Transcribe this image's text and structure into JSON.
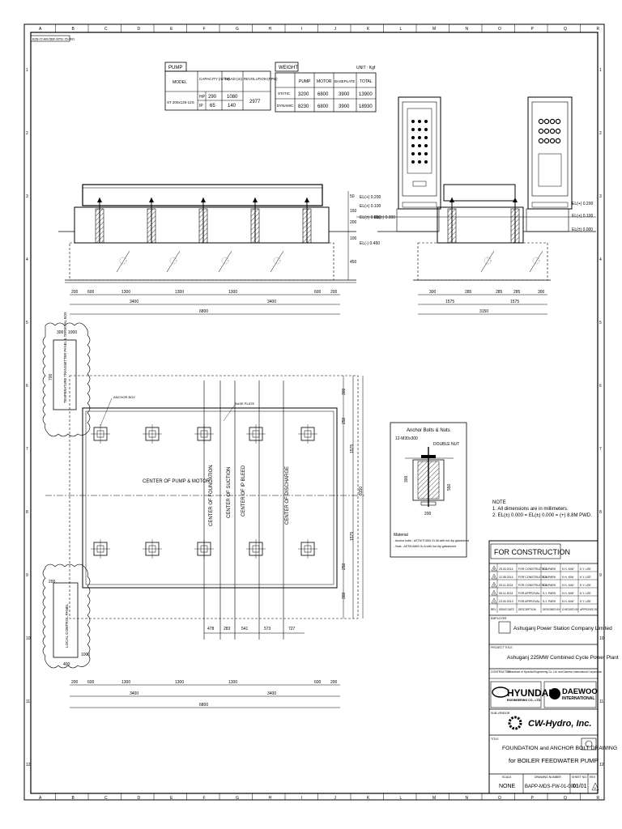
{
  "drawing_code": "B2B-IT-AM-5BF-MTE-76-0B1",
  "grid": {
    "columns": [
      "A",
      "B",
      "C",
      "D",
      "E",
      "F",
      "G",
      "H",
      "I",
      "J",
      "K",
      "L",
      "M",
      "N",
      "O",
      "P",
      "Q",
      "R"
    ],
    "rows": [
      "1",
      "2",
      "3",
      "4",
      "5",
      "6",
      "7",
      "8",
      "9",
      "10",
      "11",
      "12"
    ]
  },
  "pump_table": {
    "title": "PUMP",
    "headers": [
      "MODEL",
      "CAPACITY (m³/hr)",
      "HEAD (m)",
      "REVOLUTION (RPM)"
    ],
    "model": "ST 200x125-12S",
    "rows": [
      {
        "stage": "HP",
        "capacity": "290",
        "head": "1080"
      },
      {
        "stage": "IP",
        "capacity": "65",
        "head": "140"
      }
    ],
    "revolution": "2977"
  },
  "weight_table": {
    "title": "WEIGHT",
    "unit": "UNIT : Kgf",
    "headers": [
      "",
      "PUMP",
      "MOTOR",
      "BASEPLATE",
      "TOTAL"
    ],
    "rows": [
      {
        "label": "STATIC",
        "pump": "3200",
        "motor": "6800",
        "baseplate": "3900",
        "total": "13900"
      },
      {
        "label": "DYNAMIC",
        "pump": "8230",
        "motor": "6800",
        "baseplate": "3900",
        "total": "18930"
      }
    ]
  },
  "elevation": {
    "levels": [
      "EL(+) 0.200",
      "EL(+) 0.100",
      "EL(±) 0.000",
      "EL(-) 0.450"
    ],
    "right_levels": [
      "EL(+) 0.200",
      "EL(+) 0.100",
      "EL(±) 0.000"
    ],
    "heights": [
      "50",
      "150",
      "200",
      "100",
      "450"
    ],
    "dims": [
      "200",
      "600",
      "1300",
      "1300",
      "1300",
      "600",
      "200"
    ],
    "subtotals": [
      "3400",
      "3400"
    ],
    "total": "6800",
    "right_dims": [
      "300",
      "285",
      "285",
      "285",
      "300"
    ],
    "right_subtotals": [
      "1575",
      "1575"
    ],
    "right_total": "3150"
  },
  "plan": {
    "label_pump_motor": "CENTER OF PUMP & MOTOR",
    "label_foundation": "CENTER OF FOUNDATION",
    "label_suction": "CENTER OF SUCTION",
    "label_bleed": "CENTER OF IP BLEED",
    "label_discharge": "CENTER OF DISCHARGE",
    "anchor_label": "ANCHOR BOX",
    "base_label": "BASE PLATE",
    "right_dims": [
      "300",
      "250",
      "1575",
      "3150",
      "1575",
      "250",
      "300"
    ],
    "offsets": [
      "478",
      "283",
      "541",
      "573",
      "727"
    ],
    "bottom_dims": [
      "200",
      "600",
      "1300",
      "1300",
      "1300",
      "600",
      "200"
    ],
    "subtotals": [
      "3400",
      "3400"
    ],
    "total": "6800",
    "top_panel": "TEMPERATURE TRANSMITTER PANEL & TERMINAL BOX",
    "bottom_panel": "LOCAL CONTROL PANEL",
    "panel_dims": [
      "700",
      "300",
      "1000",
      "200",
      "400",
      "1000"
    ]
  },
  "detail": {
    "title": "Anchor Bolts & Nuts",
    "spec": "12-M30x300",
    "double_nut": "DOUBLE NUT",
    "dims": [
      "300",
      "550",
      "200"
    ],
    "material_title": "Material",
    "material_1": "- Anchor bolts : ASTM F1554 Gr.36 with hot dip galvanized",
    "material_2": "- Nuts : ASTM A563 Gr.A with hot dip galvanized"
  },
  "note": {
    "title": "NOTE",
    "line1": "1. All dimensions are in millimeters.",
    "line2": "2. EL(±) 0.000 = EL(±) 0.000 = (+) 8.8M PWD."
  },
  "title_block": {
    "status": "FOR CONSTRUCTION",
    "revisions": [
      {
        "rev": "5",
        "date": "25.03.2014",
        "desc": "FOR CONSTRUCTION",
        "dsn": "S.J. PARK",
        "chk": "K.H. KIM",
        "app": "K.Y. LEE"
      },
      {
        "rev": "4",
        "date": "12.08.2014",
        "desc": "FOR CONSTRUCTION",
        "dsn": "S.J. PARK",
        "chk": "K.H. KIM",
        "app": "K.Y. LEE"
      },
      {
        "rev": "3",
        "date": "03.11.2013",
        "desc": "FOR CONSTRUCTION",
        "dsn": "S.J. PARK",
        "chk": "K.H. KIM",
        "app": "K.Y. LEE"
      },
      {
        "rev": "2",
        "date": "05.11.2013",
        "desc": "FOR APPROVAL",
        "dsn": "S.J. PARK",
        "chk": "K.H. KIM",
        "app": "K.Y. LEE"
      },
      {
        "rev": "1",
        "date": "23.09.2013",
        "desc": "FOR APPROVAL",
        "dsn": "S.J. PARK",
        "chk": "K.H. KIM",
        "app": "K.Y. LEE"
      }
    ],
    "rev_headers": [
      "REV",
      "ISSUE DATE",
      "DESCRIPTION",
      "DESIGNED BY",
      "CHECKED BY",
      "APPROVED BY"
    ],
    "employer_label": "EMPLOYER",
    "employer": "Ashuganj Power Station Company Limited",
    "project_label": "PROJECT TITLE",
    "project": "Ashuganj 225MW Combined Cycle Power Plant",
    "contractor_label": "CONTRACTOR",
    "contractor": "Consortium of Hyundai Engineering Co. Ltd. and Daewoo International Corporation",
    "logo_left": "HYUNDAI",
    "logo_left_sub": "ENGINEERING CO., LTD.",
    "logo_right": "DAEWOO",
    "logo_right_sub": "INTERNATIONAL",
    "sub_vendor_label": "SUB-VENDOR",
    "vendor": "CW-Hydro, Inc.",
    "title_label": "TITLE",
    "title_1": "FOUNDATION and ANCHOR BOLT DRAWING",
    "title_2": "for BOILER FEEDWATER PUMP",
    "scale_label": "SCALE",
    "scale": "NONE",
    "drawing_no_label": "DRAWING NUMBER",
    "drawing_no": "BAPP-MDS-FW-01-0001",
    "sheet_label": "SHEET NO.",
    "sheet": "01/01",
    "rev_label": "REV",
    "rev": "5"
  }
}
